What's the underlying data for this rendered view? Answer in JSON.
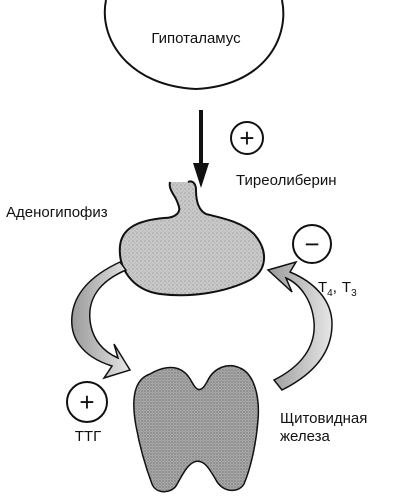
{
  "diagram": {
    "hypothalamus_label": "Гипоталамус",
    "hormone_trh": "Тиреолиберин",
    "pituitary_label": "Аденогипофиз",
    "thyroid_label_line1": "Щитовидная",
    "thyroid_label_line2": "железа",
    "t4": "T",
    "t4_sub": "4",
    "separator": ",",
    "t3": "T",
    "t3_sub": "3",
    "tsh_label": "ТТГ",
    "trh_sign": "+",
    "feedback_sign": "−",
    "tsh_sign": "+"
  }
}
